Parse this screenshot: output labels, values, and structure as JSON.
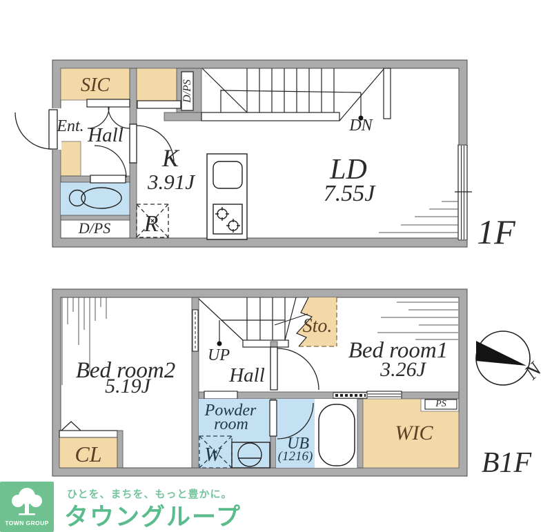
{
  "floor1": {
    "label": "1F",
    "rooms": {
      "sic": "SIC",
      "ent": "Ent.",
      "hall": "Hall",
      "k_name": "K",
      "k_size": "3.91J",
      "ld_name": "LD",
      "ld_size": "7.55J",
      "dps_duct": "D/PS",
      "dps_room": "D/PS",
      "fridge": "R",
      "down": "DN"
    }
  },
  "floorB1": {
    "label": "B1F",
    "rooms": {
      "bed2_name": "Bed room2",
      "bed2_size": "5.19J",
      "cl": "CL",
      "up": "UP",
      "hall": "Hall",
      "sto": "Sto.",
      "bed1_name": "Bed room1",
      "bed1_size": "3.26J",
      "powder_line1": "Powder",
      "powder_line2": "room",
      "washer": "W",
      "ub_name": "UB",
      "ub_size": "(1216)",
      "wic": "WIC",
      "ps": "PS"
    },
    "compass_north": "N"
  },
  "branding": {
    "logo_text": "TOWN GROUP",
    "tagline": "ひとを、まちを、もっと豊かに。",
    "company": "タウングループ"
  },
  "colors": {
    "wall_gray": "#ababab",
    "closet_beige": "#f3d8a8",
    "wet_blue": "#c3e1f2",
    "ink": "#2b2b2b",
    "label_brown": "#5a4126",
    "label_navy": "#22374a",
    "logo_green": "#6fc28f",
    "text_green": "#5abc8c"
  }
}
